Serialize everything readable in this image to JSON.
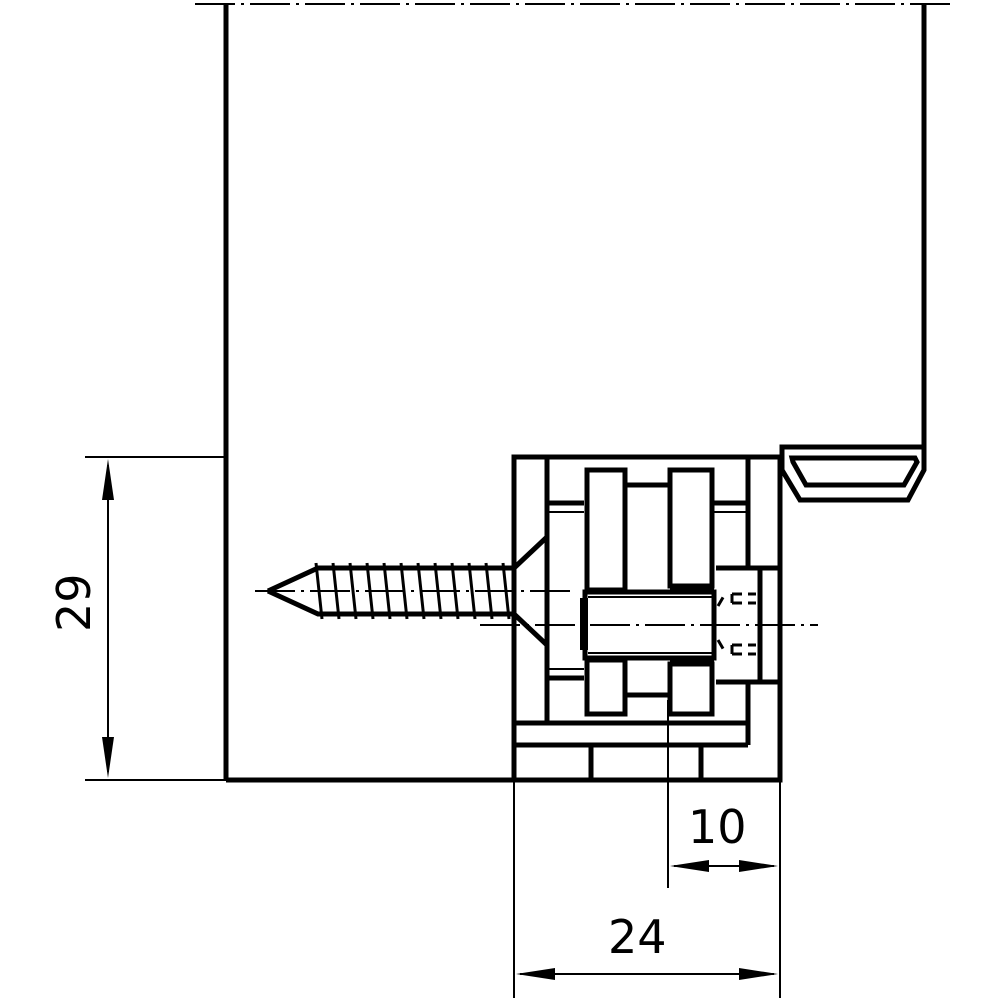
{
  "drawing": {
    "type": "technical-section-drawing",
    "subject": "concealed hinge / connector with wood screw mounted into panel",
    "line_color": "#000000",
    "background": "#ffffff"
  },
  "dimensions": {
    "height": {
      "value": "29",
      "orientation": "vertical",
      "position": "left"
    },
    "width_total": {
      "value": "24",
      "orientation": "horizontal",
      "position": "bottom"
    },
    "width_partial": {
      "value": "10",
      "orientation": "horizontal",
      "position": "bottom-right"
    }
  },
  "components": [
    {
      "name": "panel-body",
      "label": ""
    },
    {
      "name": "housing-block",
      "label": ""
    },
    {
      "name": "wood-screw",
      "label": ""
    },
    {
      "name": "hinge-knuckles",
      "label": ""
    },
    {
      "name": "hinge-pin",
      "label": ""
    },
    {
      "name": "edge-profile",
      "label": ""
    }
  ]
}
